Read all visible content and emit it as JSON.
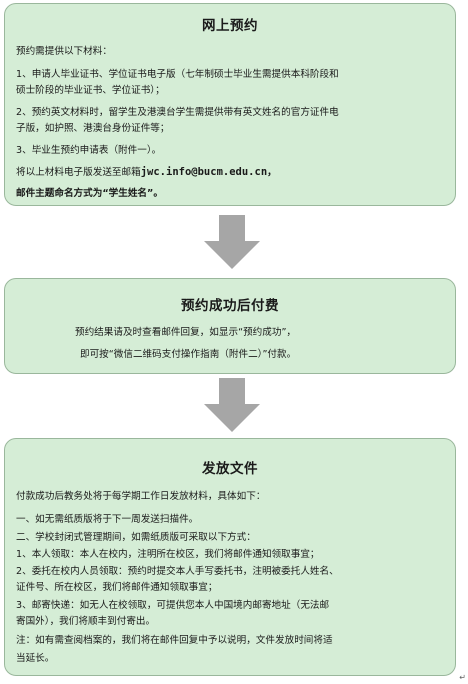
{
  "step1": {
    "title": "网上预约",
    "intro": "预约需提供以下材料：",
    "item1_line1": "1、申请人毕业证书、学位证书电子版（七年制硕士毕业生需提供本科阶段和",
    "item1_line2": "硕士阶段的毕业证书、学位证书）；",
    "item2_line1": "2、预约英文材料时，留学生及港澳台学生需提供带有英文姓名的官方证件电",
    "item2_line2": "子版，如护照、港澳台身份证件等；",
    "item3": "3、毕业生预约申请表（附件一）。",
    "send_prefix": "将以上材料电子版发送至邮箱",
    "email": "jwc.info@bucm.edu.cn",
    "send_suffix": "，",
    "subject_rule": "邮件主题命名方式为“学生姓名”。"
  },
  "step2": {
    "title": "预约成功后付费",
    "line1": "预约结果请及时查看邮件回复，如显示“预约成功”，",
    "line2": "即可按“微信二维码支付操作指南（附件二）”付款。"
  },
  "step3": {
    "title": "发放文件",
    "intro": "付款成功后教务处将于每学期工作日发放材料，具体如下：",
    "point1": "一、如无需纸质版将于下一周发送扫描件。",
    "point2": "二、学校封闭式管理期间，如需纸质版可采取以下方式：",
    "sub1": "1、本人领取：本人在校内，注明所在校区，我们将邮件通知领取事宜；",
    "sub2_line1": "2、委托在校内人员领取：预约时提交本人手写委托书，注明被委托人姓名、",
    "sub2_line2": "证件号、所在校区，我们将邮件通知领取事宜；",
    "sub3_line1": "3、邮寄快递：如无人在校领取，可提供您本人中国境内邮寄地址（无法邮",
    "sub3_line2": "寄国外），我们将顺丰到付寄出。",
    "note_line1": "注：如有需查阅档案的，我们将在邮件回复中予以说明，文件发放时间将适",
    "note_line2": "当延长。"
  },
  "return_mark": "↵",
  "colors": {
    "box_fill": "#d5edd6",
    "box_border": "#9ab79c",
    "arrow": "#a6a6a6"
  },
  "icons": {
    "flow_arrow": "down-arrow-icon"
  }
}
